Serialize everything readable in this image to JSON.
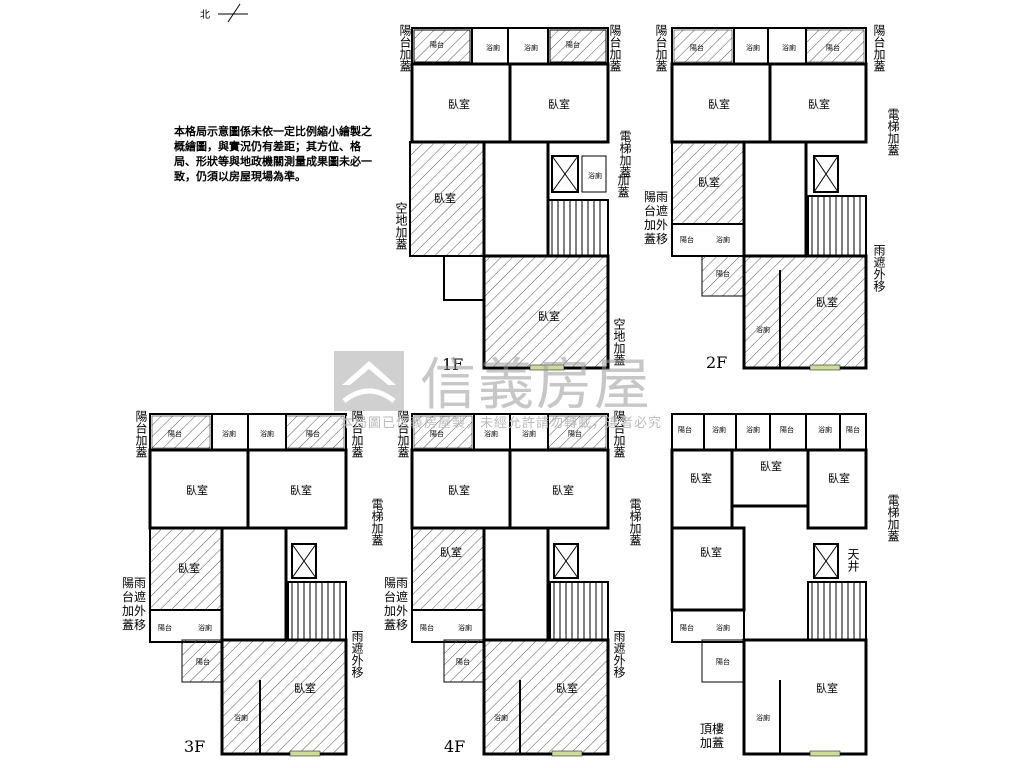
{
  "north_label": "北",
  "disclaimer": "本格局示意圖係未依一定比例縮小繪製之概繪圖，與實況仍有差距；其方位、格局、形狀等與地政機關測量成果圖未必一致，仍須以房屋現場為準。",
  "watermark": {
    "brand": "信義房屋",
    "subtext": "本局圖已信義房屋製，未經允許請勿轉載，違者必究"
  },
  "floors": [
    "1F",
    "2F",
    "3F",
    "4F"
  ],
  "rooms": {
    "bedroom": "臥室",
    "balcony": "陽台",
    "bath": "浴廁"
  },
  "notes": {
    "balcony_added": "陽台加蓋",
    "elevator_added": "電梯加蓋",
    "added": "加蓋",
    "open_space_added": "空地加蓋",
    "canopy_moved": "雨遮外移",
    "balcony_canopy": "陽雨台遮加外蓋移",
    "skylight": "天井",
    "roof_added": "頂樓加蓋"
  }
}
